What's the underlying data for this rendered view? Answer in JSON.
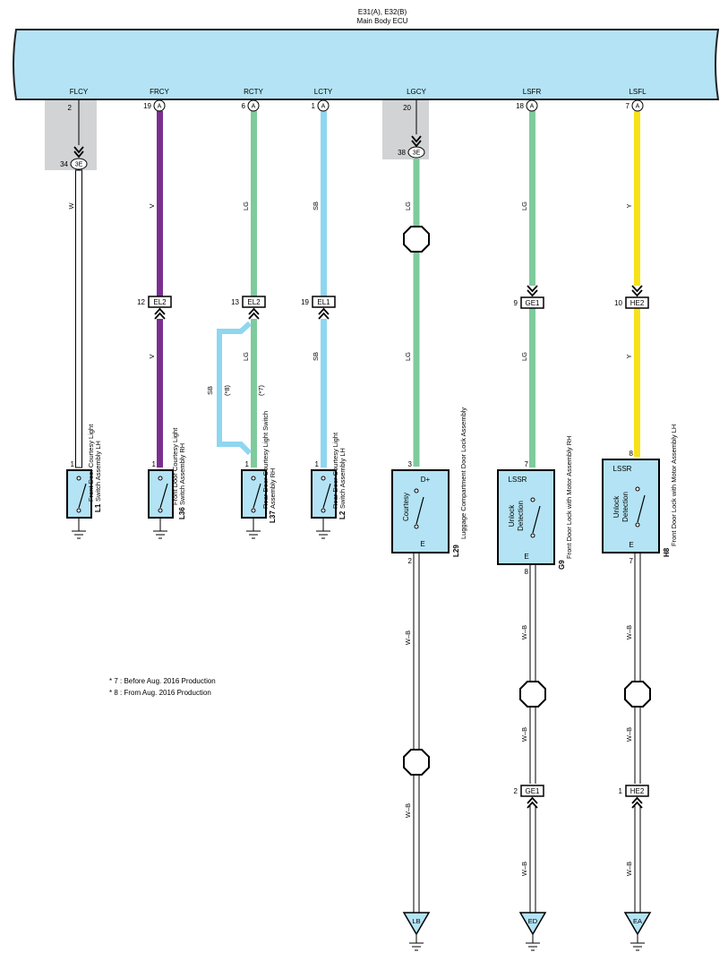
{
  "header": {
    "connectors": "E31(A), E32(B)",
    "title": "Main Body ECU"
  },
  "ecu_pins": [
    {
      "name": "FLCY",
      "pin": "2"
    },
    {
      "name": "FRCY",
      "pin": "19",
      "conn": "A"
    },
    {
      "name": "RCTY",
      "pin": "6",
      "conn": "A"
    },
    {
      "name": "LCTY",
      "pin": "1",
      "conn": "A"
    },
    {
      "name": "LGCY",
      "pin": "20"
    },
    {
      "name": "LSFR",
      "pin": "18",
      "conn": "A"
    },
    {
      "name": "LSFL",
      "pin": "7",
      "conn": "A"
    }
  ],
  "junction_3e": [
    {
      "pin": "34",
      "label": "3E"
    },
    {
      "pin": "38",
      "label": "3E"
    }
  ],
  "mid_connectors": [
    {
      "pin": "12",
      "label": "EL2"
    },
    {
      "pin": "13",
      "label": "EL2"
    },
    {
      "pin": "19",
      "label": "EL1"
    },
    {
      "pin": "9",
      "label": "GE1"
    },
    {
      "pin": "10",
      "label": "HE2"
    }
  ],
  "low_connectors": [
    {
      "pin": "2",
      "label": "GE1"
    },
    {
      "pin": "1",
      "label": "HE2"
    }
  ],
  "wires": {
    "w": "W",
    "v1": "V",
    "v2": "V",
    "lg1": "LG",
    "lg2": "LG",
    "sb1": "SB",
    "sb2": "SB",
    "lg3": "LG",
    "lg4": "LG",
    "lg5": "LG",
    "lg6": "LG",
    "y1": "Y",
    "y2": "Y",
    "sb_alt": "SB",
    "note8": "(*8)",
    "note7": "(*7)",
    "wb1": "W–B",
    "wb2": "W–B",
    "wb3": "W–B",
    "wb4": "W–B",
    "wb5": "W–B",
    "wb6": "W–B",
    "wb7": "W–B",
    "wb8": "W–B"
  },
  "switches": [
    {
      "id": "L1",
      "pin": "1",
      "line1": "Front Door Courtesy Light",
      "line2": "Switch Assembly LH"
    },
    {
      "id": "L36",
      "pin": "1",
      "line1": "Front Door Courtesy Light",
      "line2": "Switch Assembly RH"
    },
    {
      "id": "L37",
      "pin": "1",
      "line1": "Rear Door Courtesy Light Switch",
      "line2": "Assembly RH"
    },
    {
      "id": "L2",
      "pin": "1",
      "line1": "Rear Door Courtesy Light",
      "line2": "Switch Assembly LH"
    }
  ],
  "locks": [
    {
      "id": "L29",
      "pin_top": "3",
      "pin_bot": "2",
      "top_label": "D+",
      "bot_label": "E",
      "inner": "Courtesy",
      "desc": "Luggage Compartment Door Lock Assembly"
    },
    {
      "id": "G9",
      "pin_top": "7",
      "pin_bot": "8",
      "top_label": "LSSR",
      "bot_label": "E",
      "inner1": "Unlock",
      "inner2": "Detection",
      "desc": "Front Door Lock with Motor Assembly RH"
    },
    {
      "id": "H8",
      "pin_top": "8",
      "pin_bot": "7",
      "top_label": "LSSR",
      "bot_label": "E",
      "inner1": "Unlock",
      "inner2": "Detection",
      "desc": "Front Door Lock with Motor Assembly LH"
    }
  ],
  "grounds": [
    "LB",
    "ED",
    "EA"
  ],
  "notes": [
    "* 7 : Before Aug.  2016 Production",
    "* 8 : From Aug.  2016 Production"
  ],
  "colors": {
    "ecu_fill": "#b3e3f4",
    "violet": "#7b2f91",
    "light_green": "#7ecb9c",
    "sky_blue": "#8fd6f0",
    "yellow": "#f7e21a",
    "component_fill": "#b3e3f4",
    "shade": "#d2d3d5"
  }
}
